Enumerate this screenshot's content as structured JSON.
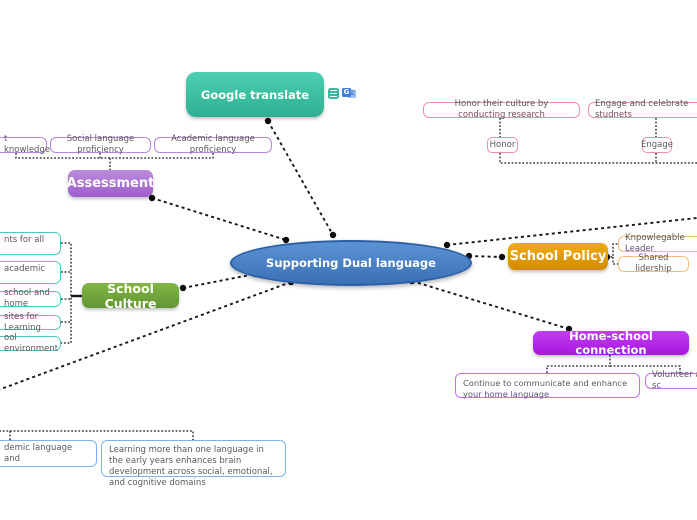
{
  "map": {
    "central": {
      "label": "Supporting Dual language"
    },
    "branches": {
      "google_translate": {
        "label": "Google translate",
        "icons": [
          "notes-icon",
          "google-translate-icon"
        ]
      },
      "assessment": {
        "label": "Assessment",
        "children": [
          "t knowledge",
          "Social language proficiency",
          "Academic language proficiency"
        ]
      },
      "school_culture": {
        "label": "School Culture",
        "children": [
          "nts for all",
          "academic",
          "school and home",
          "sites for Learning",
          "ool environment"
        ]
      },
      "school_policy": {
        "label": "School Policy",
        "children": [
          "Knpowlegable Leader",
          "Shared lidership"
        ]
      },
      "home_school": {
        "label": "Home-school connection",
        "children": [
          "Continue to communicate and enhance your home language",
          "Volunteer at sc"
        ]
      }
    },
    "honor_group": {
      "note": "Honor their culture by conducting research",
      "label": "Honor"
    },
    "engage_group": {
      "note": "Engage and celebrate studnets",
      "label": "Engage"
    },
    "bottom_notes": [
      "demic language and",
      "Learning more than one language in the early years enhances brain development across social, emotional, and cognitive domains"
    ],
    "colors": {
      "central": "#4a84c8",
      "google_translate": "#3ec3a6",
      "assessment": "#a96fd2",
      "school_culture": "#6fa33a",
      "school_policy": "#e59b00",
      "home_school": "#b62ce0",
      "purple_border": "#bb86dd",
      "teal_border": "#55c8be",
      "orange_border": "#f3bf78",
      "violet_border": "#c470e8",
      "pink_border": "#ef8fae",
      "blue_border": "#7fb3e8"
    }
  }
}
